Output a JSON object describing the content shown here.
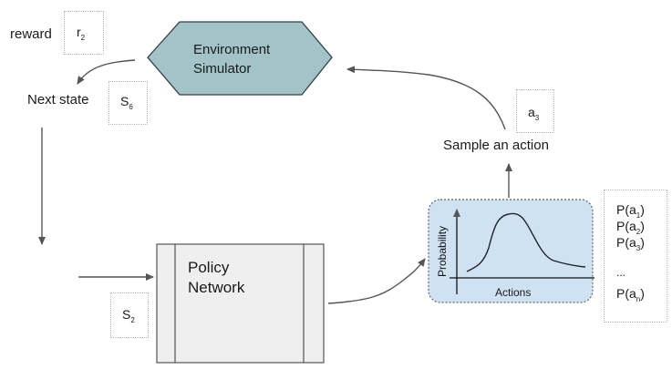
{
  "reward": {
    "label": "reward",
    "var": "r",
    "sub": "2"
  },
  "environment": {
    "line1": "Environment",
    "line2": "Simulator"
  },
  "next_state": {
    "label": "Next state",
    "var": "S",
    "sub": "6"
  },
  "action": {
    "var": "a",
    "sub": "3",
    "label": "Sample an action"
  },
  "policy": {
    "line1": "Policy",
    "line2": "Network"
  },
  "input_state": {
    "var": "S",
    "sub": "2"
  },
  "plot": {
    "ylabel": "Probability",
    "xlabel": "Actions"
  },
  "probabilities": [
    {
      "pre": "P(a",
      "sub": "1",
      "post": ")"
    },
    {
      "pre": "P(a",
      "sub": "2",
      "post": ")"
    },
    {
      "pre": "P(a",
      "sub": "3",
      "post": ")"
    },
    {
      "ellipsis": "..."
    },
    {
      "pre": "P(a",
      "sub": "n",
      "post": ")"
    }
  ],
  "colors": {
    "hexagon": "#a2c4c9",
    "hexagon_border": "#2f3e46",
    "policy_fill": "#efefef",
    "plot_fill": "#cfe2f3",
    "arrow": "#555555"
  }
}
